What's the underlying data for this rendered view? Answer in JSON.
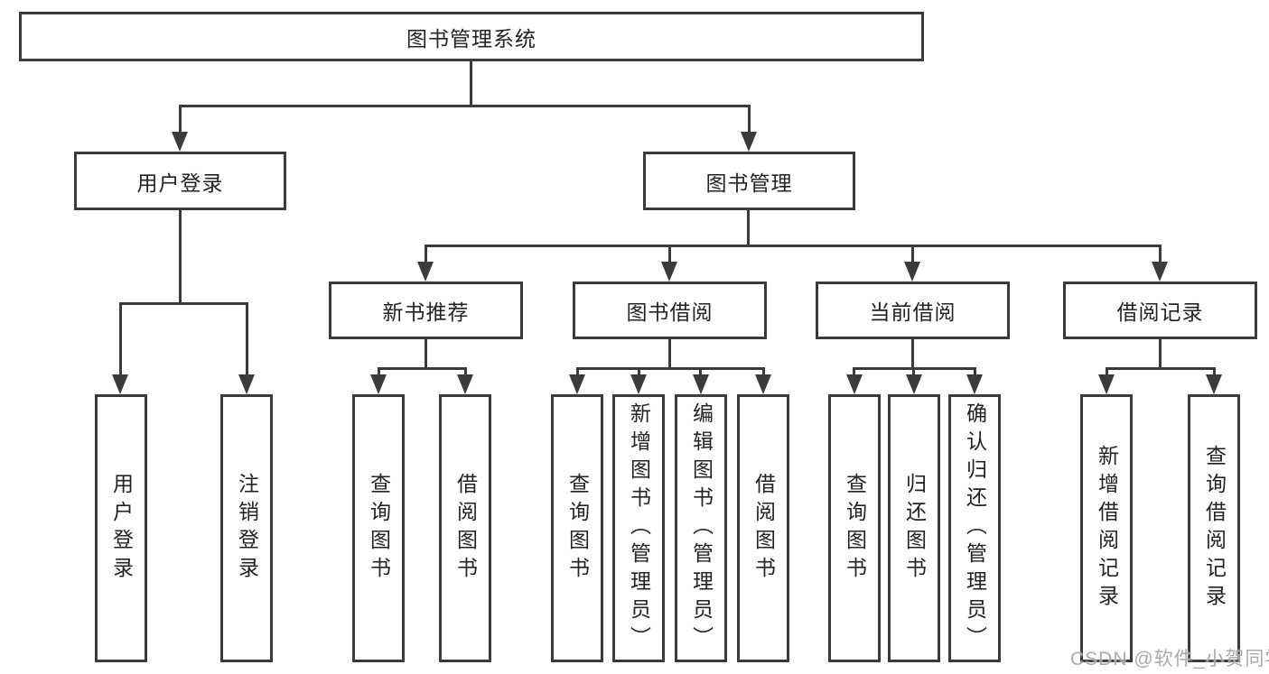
{
  "tree": {
    "label": "图书管理系统",
    "children": [
      {
        "label": "用户登录",
        "children": [
          {
            "label": "用户登录"
          },
          {
            "label": "注销登录"
          }
        ]
      },
      {
        "label": "图书管理",
        "children": [
          {
            "label": "新书推荐",
            "children": [
              {
                "label": "查询图书"
              },
              {
                "label": "借阅图书"
              }
            ]
          },
          {
            "label": "图书借阅",
            "children": [
              {
                "label": "查询图书"
              },
              {
                "label": "新增图书（管理员）"
              },
              {
                "label": "编辑图书（管理员）"
              },
              {
                "label": "借阅图书"
              }
            ]
          },
          {
            "label": "当前借阅",
            "children": [
              {
                "label": "查询图书"
              },
              {
                "label": "归还图书"
              },
              {
                "label": "确认归还（管理员）"
              }
            ]
          },
          {
            "label": "借阅记录",
            "children": [
              {
                "label": "新增借阅记录"
              },
              {
                "label": "查询借阅记录"
              }
            ]
          }
        ]
      }
    ]
  },
  "watermark": "CSDN @软件_小贺同学",
  "colors": {
    "line": "#3b3b3b",
    "text": "#232323",
    "background": "#ffffff",
    "watermark": "#9e9e9e"
  }
}
